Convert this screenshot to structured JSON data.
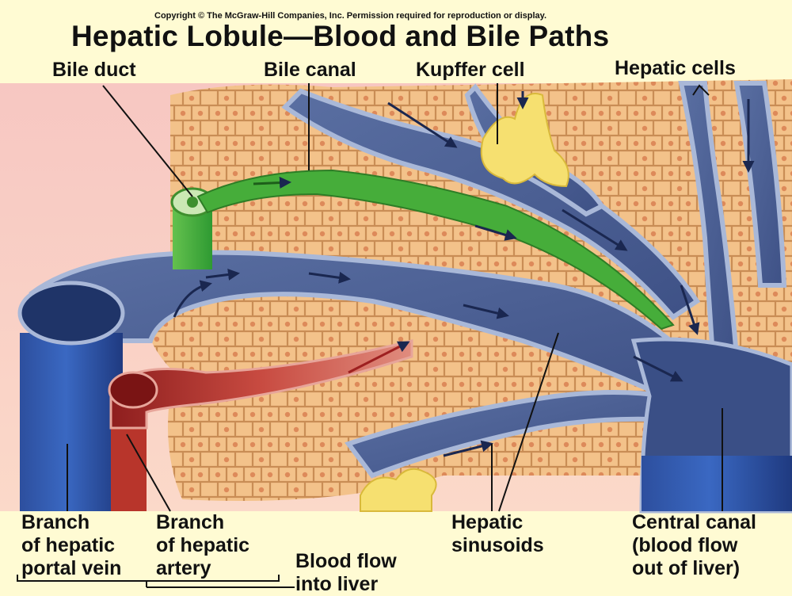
{
  "copyright": "Copyright © The McGraw-Hill Companies, Inc. Permission required for reproduction or display.",
  "title": "Hepatic Lobule—Blood and Bile Paths",
  "labels": {
    "bile_duct": "Bile duct",
    "bile_canal": "Bile canal",
    "kupffer_cell": "Kupffer cell",
    "hepatic_cells": "Hepatic cells",
    "portal_vein": [
      "Branch",
      "of hepatic",
      "portal vein"
    ],
    "hepatic_artery": [
      "Branch",
      "of hepatic",
      "artery"
    ],
    "blood_flow_into_liver": [
      "Blood flow",
      "into liver"
    ],
    "hepatic_sinusoids": [
      "Hepatic",
      "sinusoids"
    ],
    "central_canal": [
      "Central canal",
      "(blood flow",
      "out of liver)"
    ]
  },
  "colors": {
    "background": "#fffbd3",
    "hepatocyte": "#f4c48c",
    "sinusoid_blood": "#4a5f92",
    "portal_vein": "#284a98",
    "artery": "#c0392b",
    "bile": "#3fa83a",
    "kupffer": "#f6e070"
  }
}
